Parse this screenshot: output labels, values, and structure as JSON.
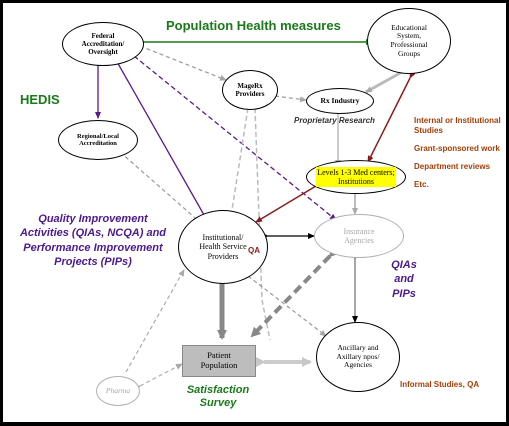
{
  "title": "Population Health measures",
  "hedis": "HEDIS",
  "nodes": {
    "federal": "Federal Accreditation/ Oversight",
    "educational": "Educational System, Professional Groups",
    "magerx": "MageRx Providers",
    "rx_industry": "Rx Industry",
    "regional": "Regional/Local Accreditation",
    "levels": "Levels 1-3 Med centers; Institutions",
    "institutional": "Institutional/ Health Service Providers",
    "insurance": "Insurance Agencies",
    "patient": "Patient Population",
    "ancillary": "Ancillary and Axillary npos/ Agencies",
    "pharma": "Pharma"
  },
  "labels": {
    "proprietary": "Proprietary Research",
    "qa": "QA",
    "qi_block": "Quality Improvement Activities (QIAs, NCQA) and Performance Improvement Projects (PIPs)",
    "qias_pips": "QIAs and PIPs",
    "satisfaction": "Satisfaction Survey",
    "informal": "Informal Studies, QA"
  },
  "side_list": [
    "Internal or Institutional Studies",
    "Grant-sponsored work",
    "Department reviews",
    "Etc."
  ],
  "colors": {
    "title_green": "#1a7a1a",
    "purple": "#4b1a8c",
    "dark_red": "#8b1a1a",
    "brown": "#a0400a",
    "grey": "#a8a8a8",
    "highlight": "#ffff00"
  }
}
